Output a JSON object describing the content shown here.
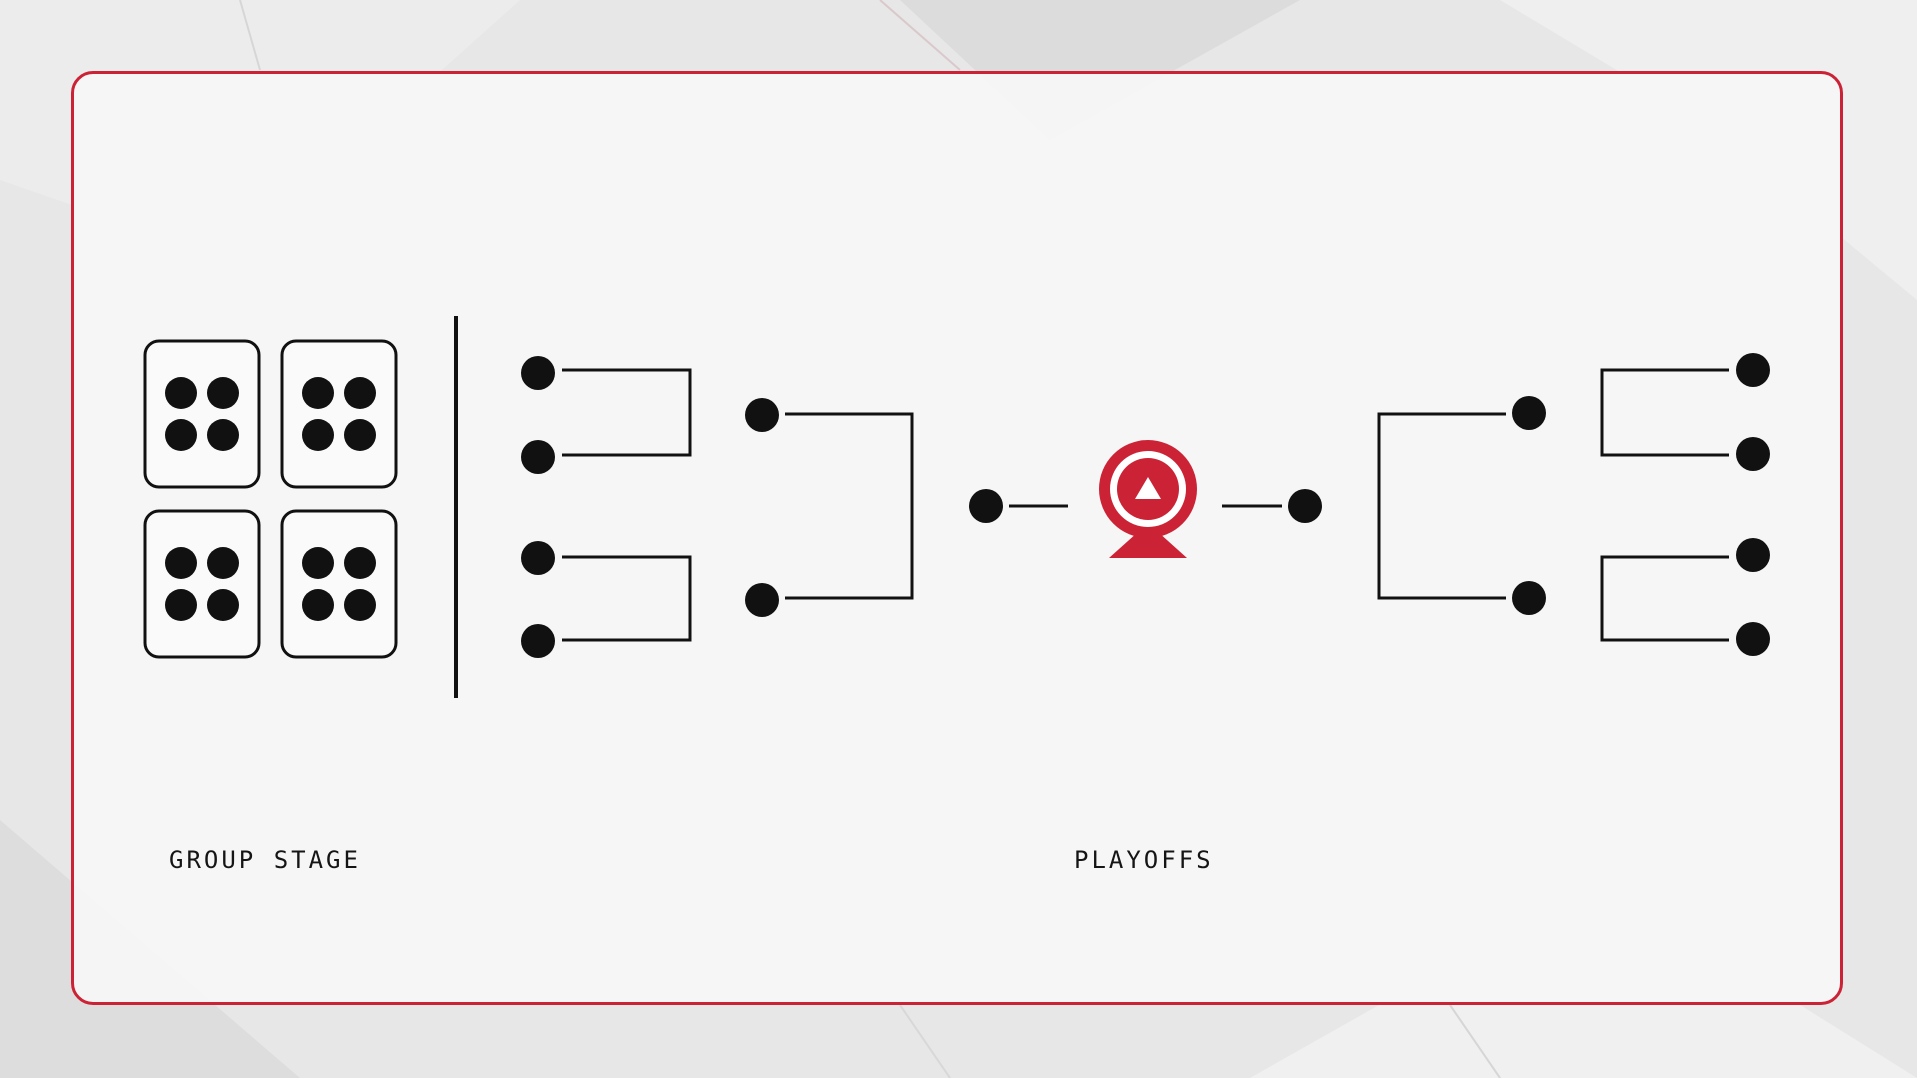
{
  "labels": {
    "group_stage": "GROUP STAGE",
    "playoffs": "PLAYOFFS"
  },
  "colors": {
    "accent": "#cc2236",
    "ink": "#111111",
    "card_background": "#f6f6f6",
    "page_background": "#e6e6e6"
  },
  "icons": {
    "group": "die-four-dots-icon",
    "trophy": "trophy-icon"
  },
  "groups_count": 4,
  "dots_per_group": 4
}
